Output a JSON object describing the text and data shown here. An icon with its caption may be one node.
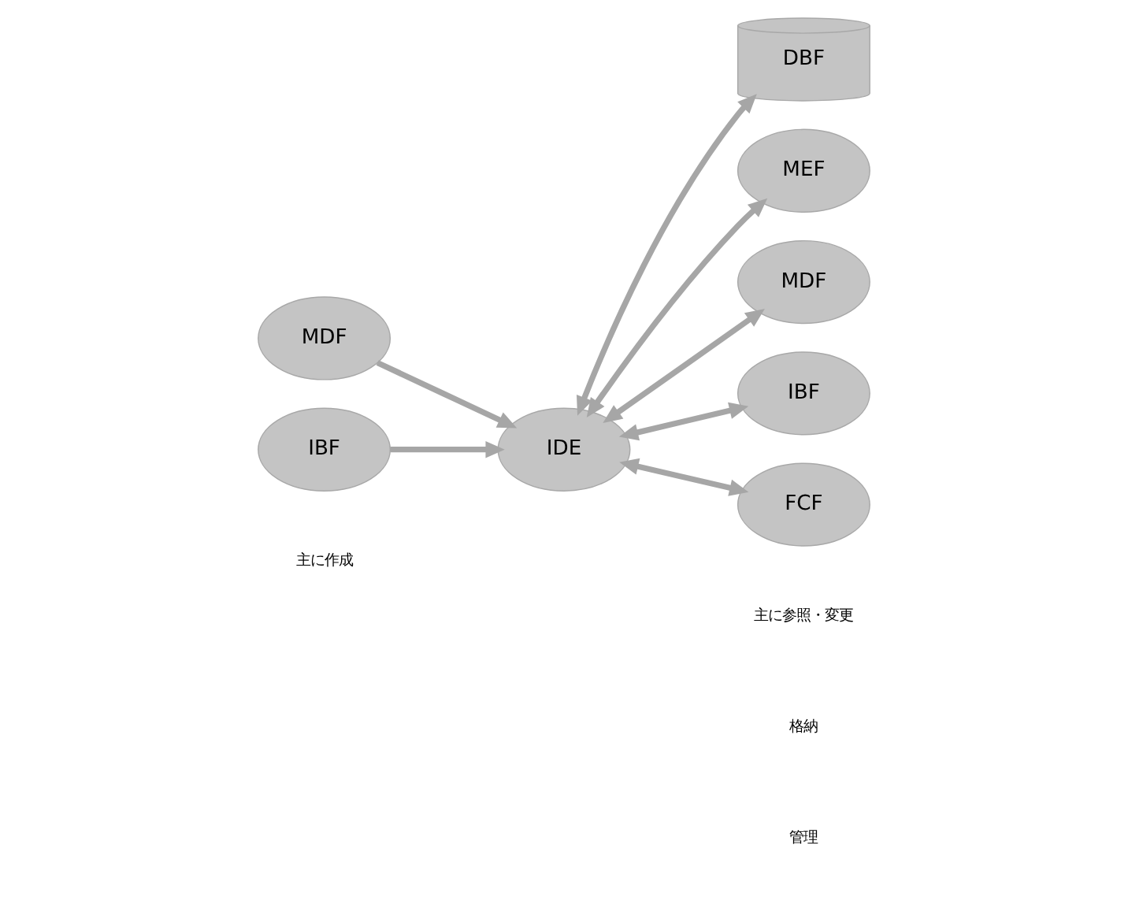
{
  "diagram": {
    "nodes": [
      {
        "text": [
          "MDF"
        ]
      },
      {
        "text": [
          "IBF"
        ]
      },
      {
        "text": [
          "IDE"
        ]
      },
      {
        "text": [
          "DBF"
        ]
      },
      {
        "text": [
          "MEF"
        ]
      },
      {
        "text": [
          "MDF"
        ]
      },
      {
        "text": [
          "IBF"
        ]
      },
      {
        "text": [
          "FCF"
        ]
      }
    ],
    "edges": [
      {
        "from": 0,
        "to": 2,
        "arrow": "to"
      },
      {
        "from": 1,
        "to": 2,
        "arrow": "to"
      },
      {
        "from": 2,
        "to": 3,
        "arrow": "both"
      },
      {
        "from": 2,
        "to": 4,
        "arrow": "both"
      },
      {
        "from": 2,
        "to": 5,
        "arrow": "both"
      },
      {
        "from": 2,
        "to": 6,
        "arrow": "both"
      },
      {
        "from": 2,
        "to": 7,
        "arrow": "both"
      }
    ],
    "labels": [
      "主に作成",
      "主に参照・変更",
      "格納",
      "管理"
    ]
  }
}
